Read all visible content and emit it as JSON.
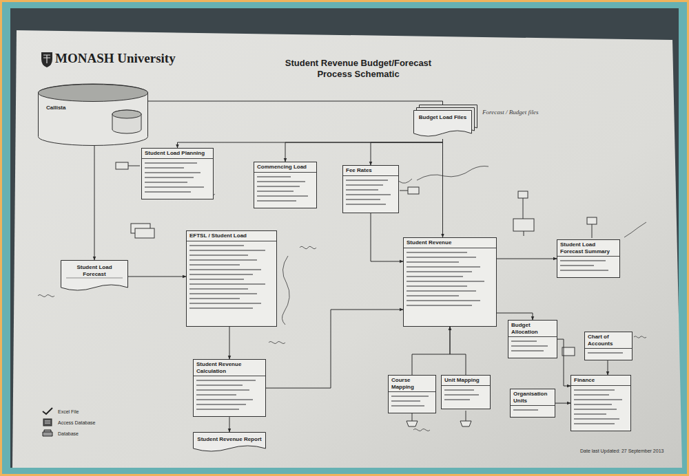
{
  "diagram": {
    "title": "Student Revenue Budget/Forecast Process Schematic",
    "nodes": [
      {
        "text": [
          "Callista"
        ]
      },
      {
        "text": [
          "Budget Load Files"
        ]
      },
      {
        "text": [
          "Student Load Planning"
        ]
      },
      {
        "text": [
          "Commencing Load"
        ]
      },
      {
        "text": [
          "Fee Rates"
        ]
      },
      {
        "text": [
          "Student Load Forecast"
        ]
      },
      {
        "text": [
          "EFTSL / Student Load"
        ]
      },
      {
        "text": [
          "Student Revenue Calculation"
        ]
      },
      {
        "text": [
          "Student Revenue"
        ]
      },
      {
        "text": [
          "Student Load Forecast Summary"
        ]
      },
      {
        "text": [
          "Budget Allocation"
        ]
      },
      {
        "text": [
          "Chart of Accounts"
        ]
      },
      {
        "text": [
          "Finance"
        ]
      },
      {
        "text": [
          "Organisation Units"
        ]
      },
      {
        "text": [
          "Course Mapping"
        ]
      },
      {
        "text": [
          "Unit Mapping"
        ]
      },
      {
        "text": [
          "Student Revenue Report"
        ]
      }
    ],
    "edges": [
      {
        "from": 0,
        "to": 1,
        "arrow": "to"
      },
      {
        "from": 0,
        "to": 5,
        "arrow": "to"
      },
      {
        "from": 5,
        "to": 6,
        "arrow": "to"
      },
      {
        "from": 1,
        "to": 2,
        "arrow": "to"
      },
      {
        "from": 1,
        "to": 3,
        "arrow": "to"
      },
      {
        "from": 1,
        "to": 4,
        "arrow": "to"
      },
      {
        "from": 4,
        "to": 8,
        "arrow": "to"
      },
      {
        "from": 1,
        "to": 8,
        "arrow": "to"
      },
      {
        "from": 6,
        "to": 7,
        "arrow": "to"
      },
      {
        "from": 7,
        "to": 8,
        "arrow": "to"
      },
      {
        "from": 8,
        "to": 9,
        "arrow": "to"
      },
      {
        "from": 8,
        "to": 10,
        "arrow": "to"
      },
      {
        "from": 10,
        "to": 12,
        "arrow": "to"
      },
      {
        "from": 11,
        "to": 12,
        "arrow": "to"
      },
      {
        "from": 13,
        "to": 12,
        "arrow": "to"
      },
      {
        "from": 14,
        "to": 8,
        "arrow": "to"
      },
      {
        "from": 15,
        "to": 8,
        "arrow": "to"
      },
      {
        "from": 7,
        "to": 16,
        "arrow": "to"
      }
    ],
    "labels": [
      "MONASH University",
      "Forecast / Budget files",
      "Date last Updated: 27 September 2013"
    ],
    "legend": [
      {
        "text": "Excel File"
      },
      {
        "text": "Access Database"
      },
      {
        "text": "Database"
      }
    ]
  }
}
